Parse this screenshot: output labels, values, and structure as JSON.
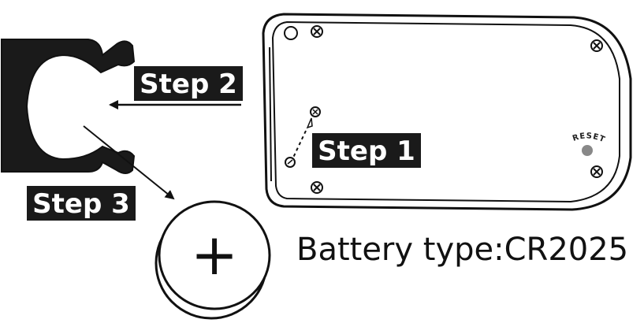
{
  "steps": {
    "step1": "Step 1",
    "step2": "Step 2",
    "step3": "Step 3"
  },
  "device": {
    "reset_label": "RESET"
  },
  "battery": {
    "type_text": "Battery type:CR2025",
    "polarity_symbol": "+"
  },
  "colors": {
    "label_background": "#1a1a1a",
    "label_text": "#ffffff",
    "outline": "#111111",
    "reset_button": "#888888"
  }
}
